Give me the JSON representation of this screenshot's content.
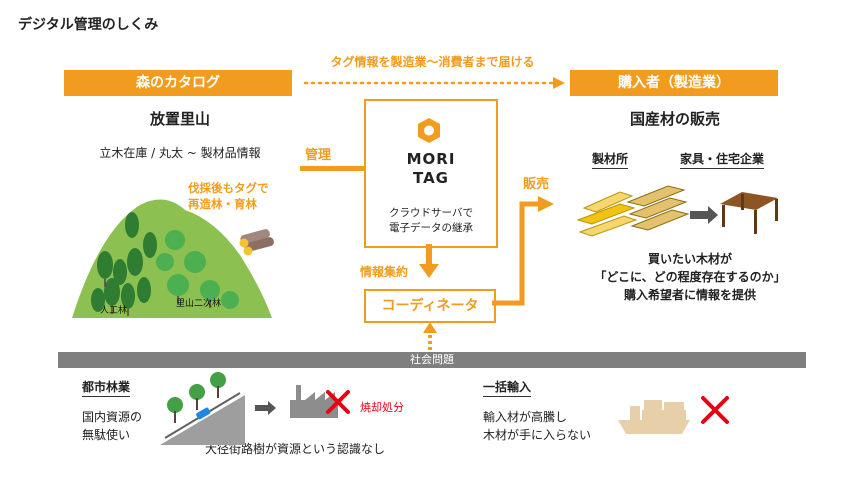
{
  "page_title": "デジタル管理のしくみ",
  "left_bar": "森のカタログ",
  "right_bar": "購入者（製造業）",
  "top_arrow_label": "タグ情報を製造業〜消費者まで届ける",
  "forest": {
    "title": "放置里山",
    "subtitle": "立木在庫 / 丸太 ~ 製材品情報",
    "tag_note_line1": "伐採後もタグで",
    "tag_note_line2": "再造林・育林",
    "label_plantation": "人工林",
    "label_satoyama": "里山二次林"
  },
  "flow_labels": {
    "kanri": "管理",
    "hanbai": "販売",
    "joho_shuyaku": "情報集約"
  },
  "moritag": {
    "name_line1": "MORI",
    "name_line2": "TAG",
    "desc_line1": "クラウドサーバで",
    "desc_line2": "電子データの継承"
  },
  "coordinator": "コーディネータ",
  "buyer": {
    "title": "国産材の販売",
    "sawmill": "製材所",
    "furniture": "家具・住宅企業",
    "line1": "買いたい木材が",
    "line2": "「どこに、どの程度存在するのか」",
    "line3": "購入希望者に情報を提供"
  },
  "social": {
    "bar": "社会問題",
    "urban_title": "都市林業",
    "urban_line1": "国内資源の",
    "urban_line2": "無駄使い",
    "burn": "焼却処分",
    "street_trees": "大径街路樹が資源という認識なし",
    "import_title": "一括輸入",
    "import_line1": "輸入材が高騰し",
    "import_line2": "木材が手に入らない"
  },
  "colors": {
    "accent": "#f29c1f",
    "cross": "#e60012",
    "gray": "#7f7f7f"
  }
}
